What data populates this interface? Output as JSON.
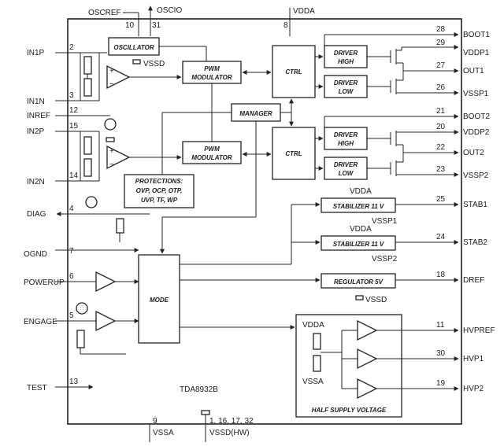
{
  "chip": {
    "name": "TDA8932B"
  },
  "blocks": {
    "oscillator": "OSCILLATOR",
    "pwm1": [
      "PWM",
      "MODULATOR"
    ],
    "pwm2": [
      "PWM",
      "MODULATOR"
    ],
    "manager": "MANAGER",
    "ctrl1": "CTRL",
    "ctrl2": "CTRL",
    "driver_high1": [
      "DRIVER",
      "HIGH"
    ],
    "driver_low1": [
      "DRIVER",
      "LOW"
    ],
    "driver_high2": [
      "DRIVER",
      "HIGH"
    ],
    "driver_low2": [
      "DRIVER",
      "LOW"
    ],
    "protections": [
      "PROTECTIONS:",
      "OVP, OCP, OTP,",
      "UVP, TF, WP"
    ],
    "mode": "MODE",
    "stab1": "STABILIZER 11 V",
    "stab2": "STABILIZER 11 V",
    "regulator": "REGULATOR 5V",
    "half_supply": "HALF SUPPLY VOLTAGE"
  },
  "signals": {
    "oscref": "OSCREF",
    "oscio": "OSCIO",
    "vdda": "VDDA",
    "in1p": "IN1P",
    "in1n": "IN1N",
    "inref": "INREF",
    "in2p": "IN2P",
    "in2n": "IN2N",
    "diag": "DIAG",
    "ognd": "OGND",
    "powerup": "POWERUP",
    "engage": "ENGAGE",
    "test": "TEST",
    "boot1": "BOOT1",
    "vddp1": "VDDP1",
    "out1": "OUT1",
    "vssp1": "VSSP1",
    "boot2": "BOOT2",
    "vddp2": "VDDP2",
    "out2": "OUT2",
    "vssp2": "VSSP2",
    "stab1": "STAB1",
    "stab2": "STAB2",
    "dref": "DREF",
    "hvpref": "HVPREF",
    "hvp1": "HVP1",
    "hvp2": "HVP2",
    "vssa": "VSSA",
    "vssd_hw": "VSSD(HW)",
    "vssd": "VSSD"
  },
  "pins": {
    "oscref": "10",
    "oscio": "31",
    "vdda": "8",
    "in1p": "2",
    "in1n": "3",
    "inref": "12",
    "in2p": "15",
    "in2n": "14",
    "diag": "4",
    "ognd": "7",
    "powerup": "6",
    "engage": "5",
    "test": "13",
    "boot1": "28",
    "vddp1": "29",
    "out1": "27",
    "vssp1": "26",
    "boot2": "21",
    "vddp2": "20",
    "out2": "22",
    "vssp2": "23",
    "stab1": "25",
    "stab2": "24",
    "dref": "18",
    "hvpref": "11",
    "hvp1": "30",
    "hvp2": "19",
    "vssa": "9",
    "vssd_hw": "1, 16, 17, 32"
  }
}
